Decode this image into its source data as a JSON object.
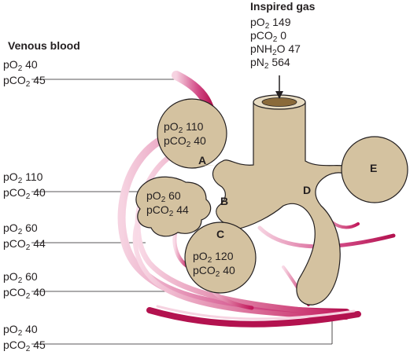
{
  "headers": {
    "venous_blood": "Venous blood",
    "inspired_gas": "Inspired gas"
  },
  "inspired": {
    "po2": "149",
    "pco2": "0",
    "ph2o": "47",
    "pn2": "564"
  },
  "left_labels": [
    {
      "po2": "40",
      "pco2": "45"
    },
    {
      "po2": "110",
      "pco2": "40"
    },
    {
      "po2": "60",
      "pco2": "44"
    },
    {
      "po2": "60",
      "pco2": "40"
    },
    {
      "po2": "40",
      "pco2": "45"
    }
  ],
  "alveoli": {
    "A": {
      "letter": "A",
      "po2": "110",
      "pco2": "40"
    },
    "B": {
      "letter": "B",
      "po2": "60",
      "pco2": "44"
    },
    "C": {
      "letter": "C",
      "po2": "120",
      "pco2": "40"
    },
    "D": {
      "letter": "D"
    },
    "E": {
      "letter": "E"
    }
  },
  "colors": {
    "vessel": "#c2185b",
    "vessel_light": "#f4c6d8",
    "tissue": "#d4c2a0",
    "outline": "#231f20"
  }
}
